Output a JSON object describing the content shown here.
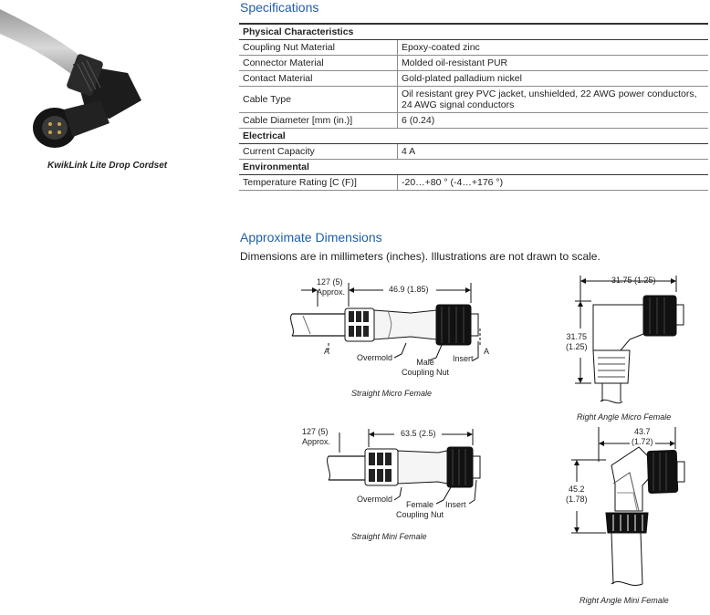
{
  "product": {
    "caption": "KwikLink Lite Drop Cordset",
    "image_icon": "cordset-photo"
  },
  "specifications": {
    "title": "Specifications",
    "sections": [
      {
        "name": "Physical Characteristics",
        "rows": [
          {
            "label": "Coupling Nut Material",
            "value": "Epoxy-coated zinc"
          },
          {
            "label": "Connector Material",
            "value": "Molded oil-resistant PUR"
          },
          {
            "label": "Contact Material",
            "value": "Gold-plated palladium nickel"
          },
          {
            "label": "Cable Type",
            "value": "Oil resistant grey PVC jacket, unshielded, 22 AWG power conductors, 24 AWG signal conductors"
          },
          {
            "label": "Cable Diameter [mm (in.)]",
            "value": "6 (0.24)"
          }
        ]
      },
      {
        "name": "Electrical",
        "rows": [
          {
            "label": "Current Capacity",
            "value": "4 A"
          }
        ]
      },
      {
        "name": "Environmental",
        "rows": [
          {
            "label": "Temperature Rating [C (F)]",
            "value": "-20…+80 ° (-4…+176 °)"
          }
        ]
      }
    ]
  },
  "dimensions": {
    "title": "Approximate Dimensions",
    "subtitle": "Dimensions are in millimeters (inches). Illustrations are not drawn to scale.",
    "straight_micro": {
      "caption": "Straight Micro Female",
      "approx": "127 (5)\nApprox.",
      "length": "46.9 (1.85)",
      "a_left": "A",
      "a_right": "A",
      "overmold": "Overmold",
      "coupling": "Male\nCoupling Nut",
      "insert": "Insert"
    },
    "right_angle_micro": {
      "caption": "Right Angle Micro Female",
      "width": "31.75 (1.25)",
      "height": "31.75\n(1.25)"
    },
    "straight_mini": {
      "caption": "Straight Mini Female",
      "approx": "127 (5)\nApprox.",
      "length": "63.5 (2.5)",
      "overmold": "Overmold",
      "coupling": "Female\nCoupling Nut",
      "insert": "Insert"
    },
    "right_angle_mini": {
      "caption": "Right Angle Mini Female",
      "width": "43.7\n(1.72)",
      "height": "45.2\n(1.78)"
    }
  }
}
